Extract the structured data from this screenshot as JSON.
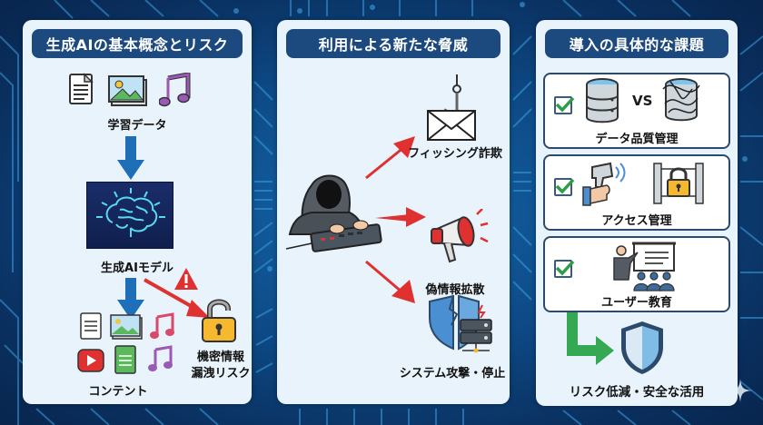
{
  "panels": {
    "left": {
      "title": "生成AIの基本概念とリスク",
      "training_data_label": "学習データ",
      "training_data_icons": [
        "document-icon",
        "image-icon",
        "music-icon"
      ],
      "model_label": "生成AIモデル",
      "content_label": "コンテント",
      "content_icons": [
        "document-icon",
        "image-icon",
        "music-icon",
        "video-play-icon",
        "green-document-icon",
        "music-icon"
      ],
      "risk_label_line1": "機密情報",
      "risk_label_line2": "漏洩リスク",
      "risk_icons": [
        "warning-icon",
        "unlocked-padlock-icon"
      ]
    },
    "middle": {
      "title": "利用による新たな脅威",
      "actor": "hooded-hacker-icon",
      "threats": [
        {
          "label": "フィッシング詐欺",
          "icon": "phishing-email-icon"
        },
        {
          "label": "偽情報拡散",
          "icon": "megaphone-icon"
        },
        {
          "label": "システム攻撃・停止",
          "icon": "broken-shield-server-icon"
        }
      ]
    },
    "right": {
      "title": "導入の具体的な課題",
      "challenges": [
        {
          "label": "データ品質管理",
          "vs_text": "VS",
          "checked": true
        },
        {
          "label": "アクセス管理",
          "checked": true
        },
        {
          "label": "ユーザー教育",
          "checked": true
        }
      ],
      "outcome_label": "リスク低減・安全な活用"
    }
  },
  "colors": {
    "background": "#0d4a86",
    "panel_bg": "#e8f3fb",
    "title_bg": "#1d4a7e",
    "flow_arrow": "#1f6fb8",
    "risk_arrow": "#e03131",
    "check_green": "#2e9d48",
    "outcome_arrow": "#35a853"
  }
}
